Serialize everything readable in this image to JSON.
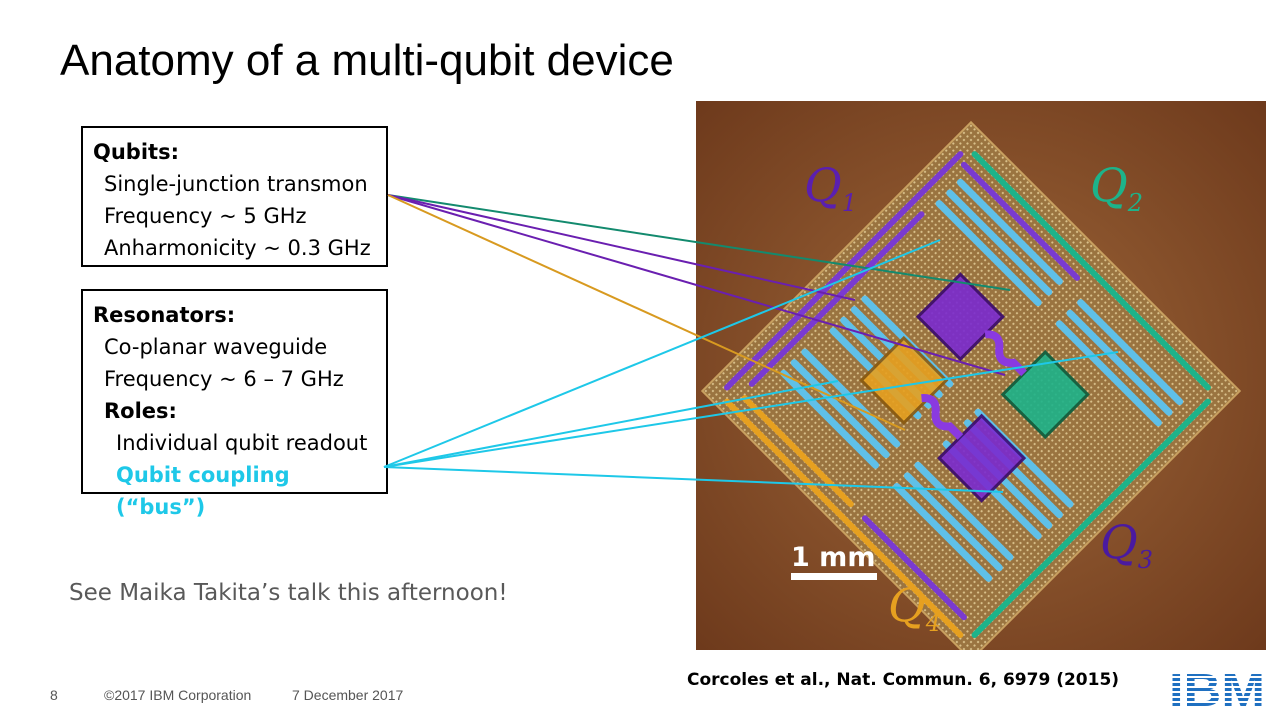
{
  "slide": {
    "title": "Anatomy of a multi-qubit device",
    "qubits_box": {
      "heading": "Qubits:",
      "lines": [
        "Single-junction transmon",
        "Frequency ~ 5 GHz",
        "Anharmonicity ~ 0.3 GHz"
      ]
    },
    "resonators_box": {
      "heading": "Resonators:",
      "lines": [
        "Co-planar waveguide",
        "Frequency ~ 6 – 7 GHz"
      ],
      "roles_heading": "Roles:",
      "roles": [
        "Individual qubit readout",
        "Qubit coupling (“bus”)"
      ]
    },
    "note": "See Maika Takita’s talk this afternoon!",
    "citation": "Corcoles et al., Nat. Commun. 6, 6979 (2015)"
  },
  "figure": {
    "qubit_labels": [
      "Q",
      "Q",
      "Q",
      "Q"
    ],
    "qubit_subscripts": [
      "1",
      "2",
      "3",
      "4"
    ],
    "scale_label": "1 mm",
    "colors": {
      "q1": "#6a1fb0",
      "q2": "#1db38a",
      "q3": "#5a1fa8",
      "q4": "#e6a020",
      "bus": "#1ec8e8",
      "background": "#8a5a2e"
    }
  },
  "footer": {
    "page": "8",
    "copyright": "©2017 IBM Corporation",
    "date": "7 December 2017",
    "logo_text": "IBM"
  }
}
